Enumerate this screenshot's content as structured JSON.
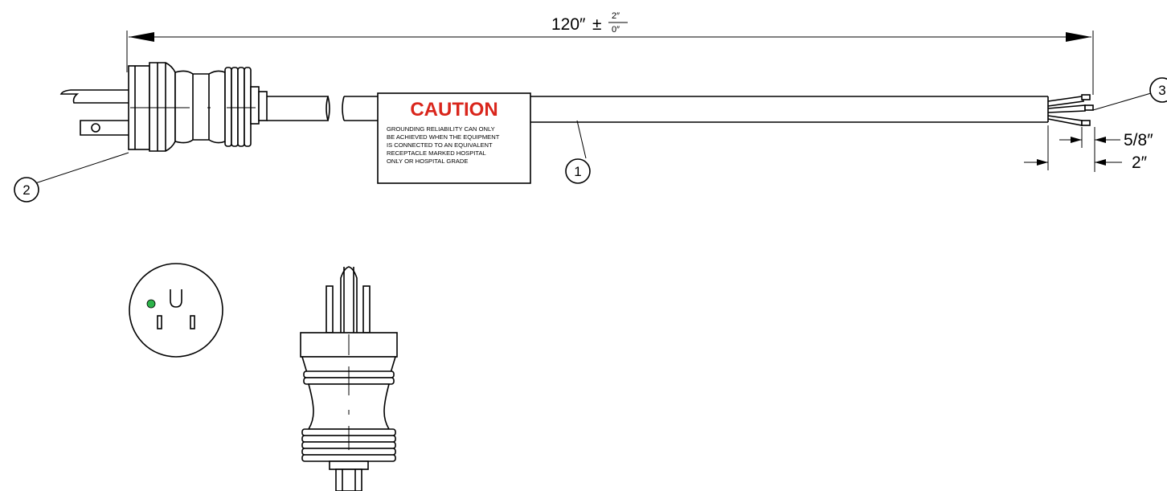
{
  "dimensions": {
    "overall_length": "120″",
    "tolerance_symbol": "±",
    "tolerance_upper": "2″",
    "tolerance_lower": "0″",
    "strip_length": "5/8″",
    "jacket_strip": "2″"
  },
  "balloons": {
    "cable": "1",
    "plug": "2",
    "conductors": "3"
  },
  "caution_label": {
    "title": "CAUTION",
    "lines": [
      "GROUNDING RELIABILITY CAN ONLY",
      "BE ACHIEVED WHEN THE EQUIPMENT",
      "IS CONNECTED TO AN EQUIVALENT",
      "RECEPTACLE MARKED HOSPITAL",
      "ONLY OR HOSPITAL GRADE"
    ]
  },
  "colors": {
    "line": "#000000",
    "caution_red": "#d9261c",
    "hospital_grade_dot": "#2db34a"
  }
}
